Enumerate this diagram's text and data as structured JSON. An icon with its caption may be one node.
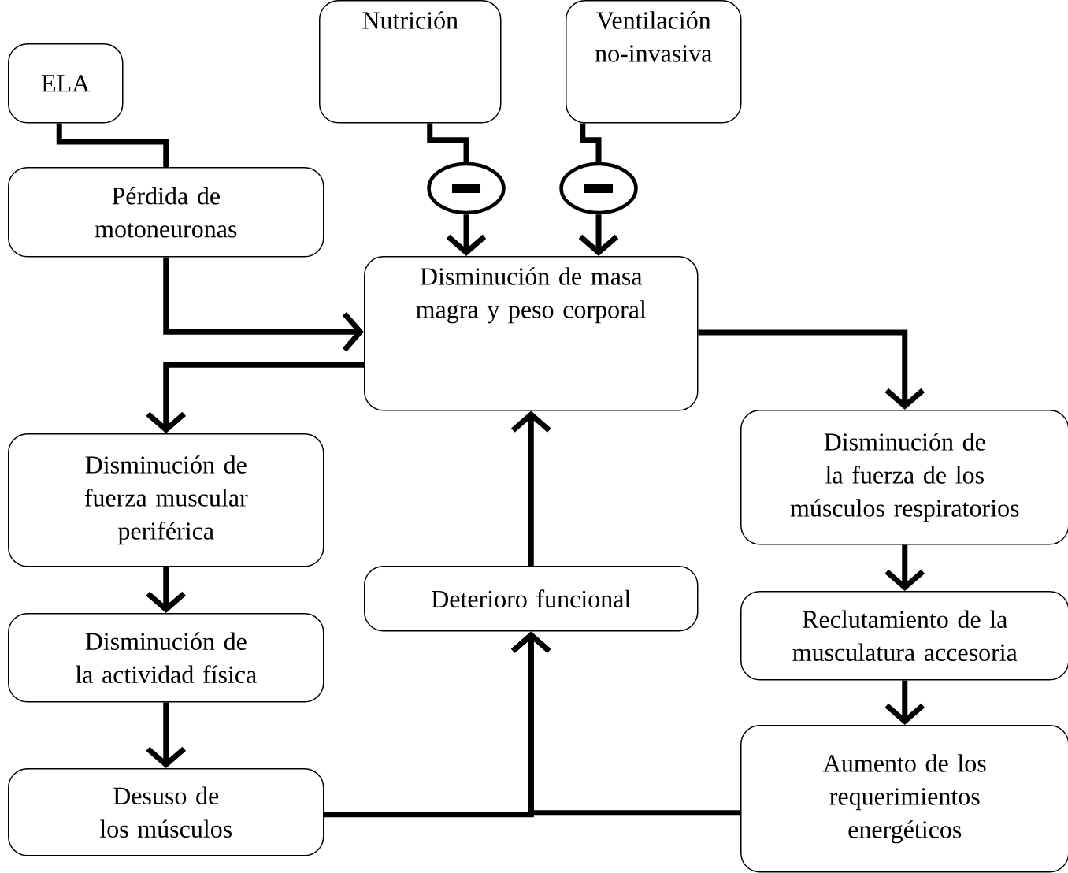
{
  "diagram": {
    "nodes": [
      {
        "text": [
          "ELA"
        ]
      },
      {
        "text": [
          "Nutrición"
        ]
      },
      {
        "text": [
          "Ventilación no-invasiva"
        ]
      },
      {
        "text": [
          "Pérdida de motoneuronas"
        ]
      },
      {
        "text": [],
        "shape": "ellipse"
      },
      {
        "text": [],
        "shape": "ellipse"
      },
      {
        "text": [
          "Disminución de masa magra y peso corporal"
        ]
      },
      {
        "text": [
          "Disminución de fuerza muscular periférica"
        ]
      },
      {
        "text": [
          "Disminución de la fuerza de los músculos respiratorios"
        ]
      },
      {
        "text": [
          "Deterioro funcional"
        ]
      },
      {
        "text": [
          "Reclutamiento de la musculatura accesoria"
        ]
      },
      {
        "text": [
          "Disminución de la actividad física"
        ]
      },
      {
        "text": [
          "Desuso de los músculos"
        ]
      },
      {
        "text": [
          "Aumento de los requerimientos energéticos"
        ]
      }
    ],
    "edges": [
      {
        "from": 0,
        "to": 3,
        "arrow": "none"
      },
      {
        "from": 1,
        "to": 4,
        "arrow": "none"
      },
      {
        "from": 2,
        "to": 5,
        "arrow": "none"
      },
      {
        "from": 4,
        "to": 6,
        "arrow": "to"
      },
      {
        "from": 5,
        "to": 6,
        "arrow": "to"
      },
      {
        "from": 3,
        "to": 6,
        "arrow": "to"
      },
      {
        "from": 6,
        "to": 7,
        "arrow": "to"
      },
      {
        "from": 6,
        "to": 8,
        "arrow": "to"
      },
      {
        "from": 7,
        "to": 11,
        "arrow": "to"
      },
      {
        "from": 11,
        "to": 12,
        "arrow": "to"
      },
      {
        "from": 8,
        "to": 10,
        "arrow": "to"
      },
      {
        "from": 10,
        "to": 13,
        "arrow": "to"
      },
      {
        "from": 12,
        "to": 9,
        "arrow": "to"
      },
      {
        "from": 13,
        "to": 9,
        "arrow": "to"
      },
      {
        "from": 9,
        "to": 6,
        "arrow": "to"
      }
    ]
  }
}
